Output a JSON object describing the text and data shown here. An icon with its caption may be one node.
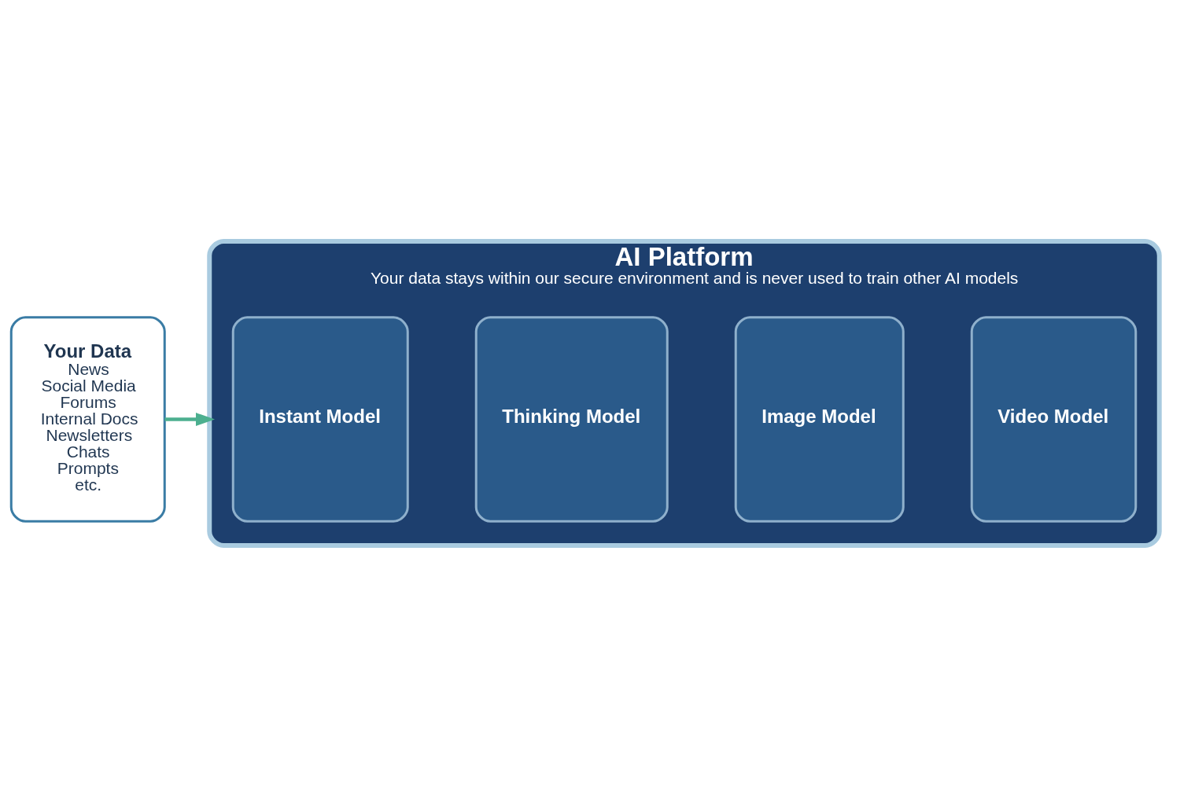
{
  "diagram": {
    "nodes": [
      {
        "text": [
          "Your Data",
          "News",
          "Social Media",
          "Forums",
          "Internal Docs",
          "Newsletters",
          "Chats",
          "Prompts",
          "etc."
        ]
      },
      {
        "text": [
          "AI Platform",
          "Your data stays within our secure environment and is never used to train other AI models"
        ]
      },
      {
        "text": [
          "Instant Model"
        ],
        "in": 1
      },
      {
        "text": [
          "Thinking Model"
        ],
        "in": 1
      },
      {
        "text": [
          "Image Model"
        ],
        "in": 1
      },
      {
        "text": [
          "Video Model"
        ],
        "in": 1
      }
    ],
    "edges": [
      {
        "from": 0,
        "to": 1,
        "arrow": "to",
        "color": "#4caf8f"
      }
    ]
  }
}
